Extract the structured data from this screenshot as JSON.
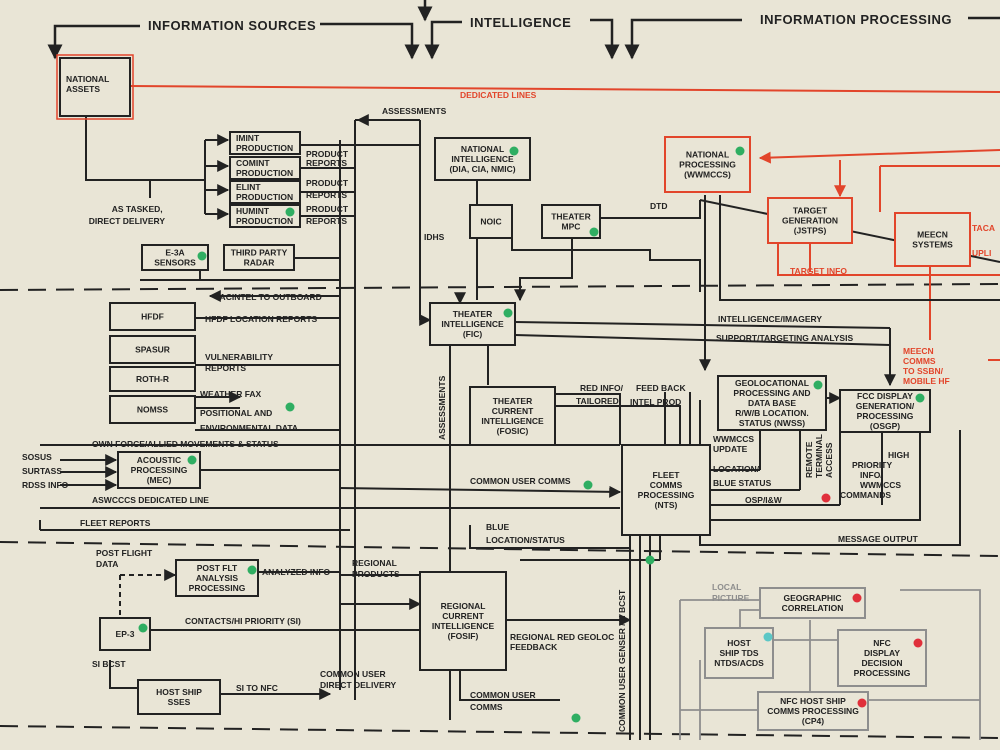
{
  "headers": {
    "information_sources": "INFORMATION SOURCES",
    "intelligence": "INTELLIGENCE",
    "information_processing": "INFORMATION PROCESSING"
  },
  "boxes": {
    "national_assets": [
      "NATIONAL",
      "ASSETS"
    ],
    "imint": [
      "IMINT",
      "PRODUCTION"
    ],
    "comint": [
      "COMINT",
      "PRODUCTION"
    ],
    "elint": [
      "ELINT",
      "PRODUCTION"
    ],
    "humint": [
      "HUMINT",
      "PRODUCTION"
    ],
    "e3a": [
      "E-3A",
      "SENSORS"
    ],
    "third_party": [
      "THIRD PARTY",
      "RADAR"
    ],
    "national_intel": [
      "NATIONAL",
      "INTELLIGENCE",
      "(DIA, CIA, NMIC)"
    ],
    "noic": [
      "NOIC"
    ],
    "theater_mpc": [
      "THEATER",
      "MPC"
    ],
    "national_processing": [
      "NATIONAL",
      "PROCESSING",
      "(WWMCCS)"
    ],
    "target_generation": [
      "TARGET",
      "GENERATION",
      "(JSTPS)"
    ],
    "meecn_systems": [
      "MEECN",
      "SYSTEMS"
    ],
    "hfdf": [
      "HFDF"
    ],
    "spasur": [
      "SPASUR"
    ],
    "roth_r": [
      "ROTH-R"
    ],
    "nomss": [
      "NOMSS"
    ],
    "theater_intel": [
      "THEATER",
      "INTELLIGENCE",
      "(FIC)"
    ],
    "theater_current": [
      "THEATER",
      "CURRENT",
      "INTELLIGENCE",
      "(FOSIC)"
    ],
    "geolocational": [
      "GEOLOCATIONAL",
      "PROCESSING AND",
      "DATA BASE",
      "R/W/B LOCATION.",
      "STATUS (NWSS)"
    ],
    "fcc_display": [
      "FCC DISPLAY",
      "GENERATION/",
      "PROCESSING",
      "(OSGP)"
    ],
    "acoustic": [
      "ACOUSTIC",
      "PROCESSING",
      "(MEC)"
    ],
    "fleet_comms": [
      "FLEET",
      "COMMS",
      "PROCESSING",
      "(NTS)"
    ],
    "post_flt": [
      "POST FLT",
      "ANALYSIS",
      "PROCESSING"
    ],
    "ep3": [
      "EP-3"
    ],
    "regional": [
      "REGIONAL",
      "CURRENT",
      "INTELLIGENCE",
      "(FOSIF)"
    ],
    "host_ship_sses": [
      "HOST SHIP",
      "SSES"
    ],
    "geo_correlation": [
      "GEOGRAPHIC",
      "CORRELATION"
    ],
    "host_ship_tds": [
      "HOST",
      "SHIP TDS",
      "NTDS/ACDS"
    ],
    "nfc_display": [
      "NFC",
      "DISPLAY",
      "DECISION",
      "PROCESSING"
    ],
    "nfc_host": [
      "NFC HOST SHIP",
      "COMMS PROCESSING",
      "(CP4)"
    ]
  },
  "labels": {
    "dedicated_lines": "DEDICATED LINES",
    "assessments_top": "ASSESSMENTS",
    "product_reports_1": [
      "PRODUCT",
      "REPORTS"
    ],
    "product_reports_2": [
      "PRODUCT",
      "REPORTS"
    ],
    "product_reports_3": [
      "PRODUCT",
      "REPORTS"
    ],
    "as_tasked": [
      "AS TASKED,",
      "DIRECT DELIVERY"
    ],
    "idhs": "IDHS",
    "dtd": "DTD",
    "target_info": "TARGET INFO",
    "tacan_frag": "TACA",
    "upli_frag": "UPLI",
    "tacintel": "TACINTEL TO OUTBOARD",
    "hfdf_reports": "HFDF LOCATION REPORTS",
    "vulnerability": [
      "VULNERABILITY",
      "REPORTS"
    ],
    "weather_fax": "WEATHER FAX",
    "positional": [
      "POSITIONAL AND",
      "ENVIRONMENTAL DATA"
    ],
    "own_force": "OWN FORCE/ALLIED MOVEMENTS & STATUS",
    "sosus": "SOSUS",
    "surtass": "SURTASS",
    "rdss": "RDSS INFO",
    "aswcccs": "ASWCCCS DEDICATED LINE",
    "fleet_reports": "FLEET REPORTS",
    "intelligence_imagery": "INTELLIGENCE/IMAGERY",
    "support_targeting": "SUPPORT/TARGETING ANALYSIS",
    "meecn_comms": [
      "MEECN",
      "COMMS",
      "TO SSBN/",
      "MOBILE HF"
    ],
    "red_info": "RED INFO/",
    "feed_back": "FEED BACK",
    "tailored": "TAILORED",
    "intel_prod": "INTEL PROD",
    "assessments_vertical": "ASSESSMENTS",
    "wwmccs_update": [
      "WWMCCS",
      "UPDATE"
    ],
    "location_blue": [
      "LOCATION/",
      "BLUE STATUS"
    ],
    "remote_terminal": [
      "REMOTE",
      "TERMINAL",
      "ACCESS"
    ],
    "high_priority": [
      "HIGH",
      "PRIORITY",
      "INFO/",
      "WWMCCS",
      "COMMANDS"
    ],
    "osp_iw": "OSP/I&W",
    "common_user_comms_mid": "COMMON USER COMMS",
    "blue_location": [
      "BLUE",
      "LOCATION/STATUS"
    ],
    "message_output": "MESSAGE OUTPUT",
    "common_user_vertical": "COMMON USER GENSER /SI BCST",
    "post_flight_data": [
      "POST FLIGHT",
      "DATA"
    ],
    "analyzed_info": "ANALYZED INFO",
    "regional_products": [
      "REGIONAL",
      "PRODUCTS"
    ],
    "contacts": "CONTACTS/HI PRIORITY (SI)",
    "regional_red": [
      "REGIONAL RED GEOLOC",
      "FEEDBACK"
    ],
    "si_bcst": "SI BCST",
    "si_to_nfc": "SI TO NFC",
    "common_user_direct": [
      "COMMON USER",
      "DIRECT DELIVERY"
    ],
    "common_user_comms_low": [
      "COMMON USER",
      "COMMS"
    ],
    "local_picture": [
      "LOCAL",
      "PICTURE"
    ]
  },
  "colors": {
    "background": "#e9e5d6",
    "line": "#222222",
    "red_line": "#e2452b",
    "faint": "#8e8e8e",
    "green_dot": "#2fae62",
    "red_dot": "#e0303b",
    "cyan_dot": "#5cc7c6"
  }
}
